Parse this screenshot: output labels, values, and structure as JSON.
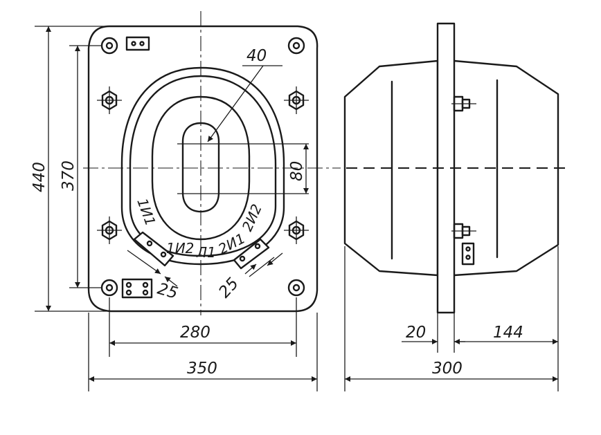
{
  "dimensions": {
    "overall_height": "440",
    "bolt_spacing_vertical": "370",
    "bolt_spacing_horizontal": "280",
    "overall_width": "350",
    "window_height": "80",
    "window_width": "40",
    "terminal_offset_left": "25",
    "terminal_offset_right": "25",
    "plate_thickness": "20",
    "winding_depth": "144",
    "overall_depth": "300"
  },
  "terminals": {
    "left_pair": "1И1",
    "bottom_left": "1И2",
    "center": "Л1",
    "bottom_right": "2И1",
    "right_pair": "2И2"
  }
}
